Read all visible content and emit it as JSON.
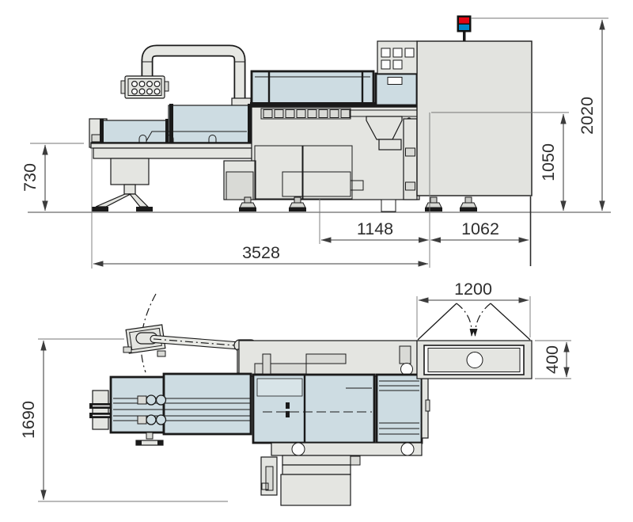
{
  "drawing": {
    "type": "machine-dimension-drawing",
    "views": [
      "side-elevation",
      "plan-view"
    ]
  },
  "dims": {
    "side": {
      "infeed_height": "730",
      "overall_length": "3528",
      "discharge_length": "1148",
      "cabinet_length": "1062",
      "working_height": "1050",
      "overall_height": "2020"
    },
    "plan": {
      "overall_depth": "1690",
      "door_opening_width": "1200",
      "outfeed_table_depth": "400"
    }
  },
  "icons": {
    "signal_tower": "stack-light-red-blue",
    "hmi_panel": "button-panel-8-keys"
  },
  "colors": {
    "outline": "#1a1a1a",
    "machine_body": "#e4e5e1",
    "guard_glass": "#cddce2",
    "lamp_red": "#e30613",
    "lamp_blue": "#0087c8",
    "dimension_line": "#3c3c3c"
  }
}
